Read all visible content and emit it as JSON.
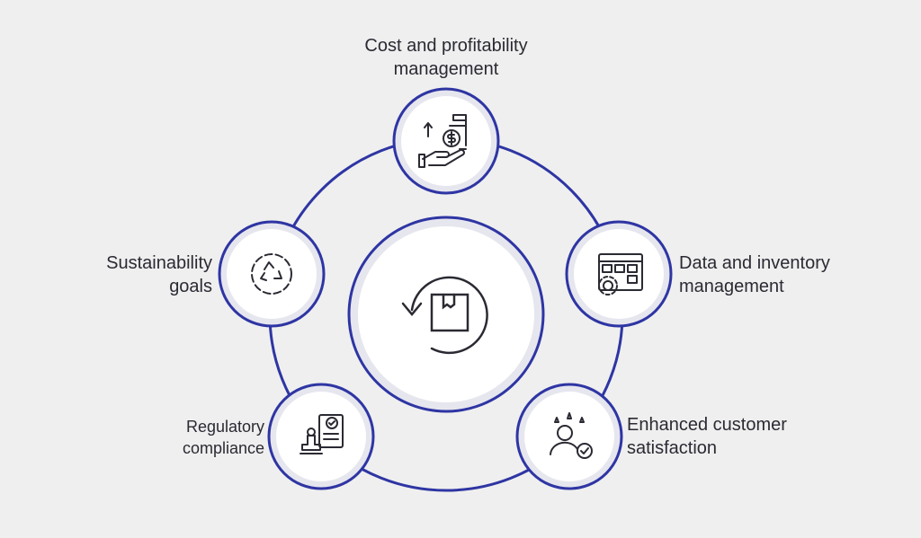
{
  "title": "Cycle diagram",
  "colors": {
    "accent": "#2e35a3",
    "background": "#efefef",
    "node_fill": "#ffffff",
    "node_halo": "#e6e6ee",
    "icon": "#2a2a33"
  },
  "center": {
    "icon": "box-cycle-icon"
  },
  "nodes": [
    {
      "label_line1": "Cost and profitability",
      "label_line2": "management",
      "icon": "hand-coins-icon"
    },
    {
      "label_line1": "Data and inventory",
      "label_line2": "management",
      "icon": "dashboard-gear-icon"
    },
    {
      "label_line1": "Enhanced customer",
      "label_line2": "satisfaction",
      "icon": "customer-stars-icon"
    },
    {
      "label_line1": "Regulatory",
      "label_line2": "compliance",
      "icon": "stamp-document-icon"
    },
    {
      "label_line1": "Sustainability",
      "label_line2": "goals",
      "icon": "gear-recycle-icon"
    }
  ]
}
